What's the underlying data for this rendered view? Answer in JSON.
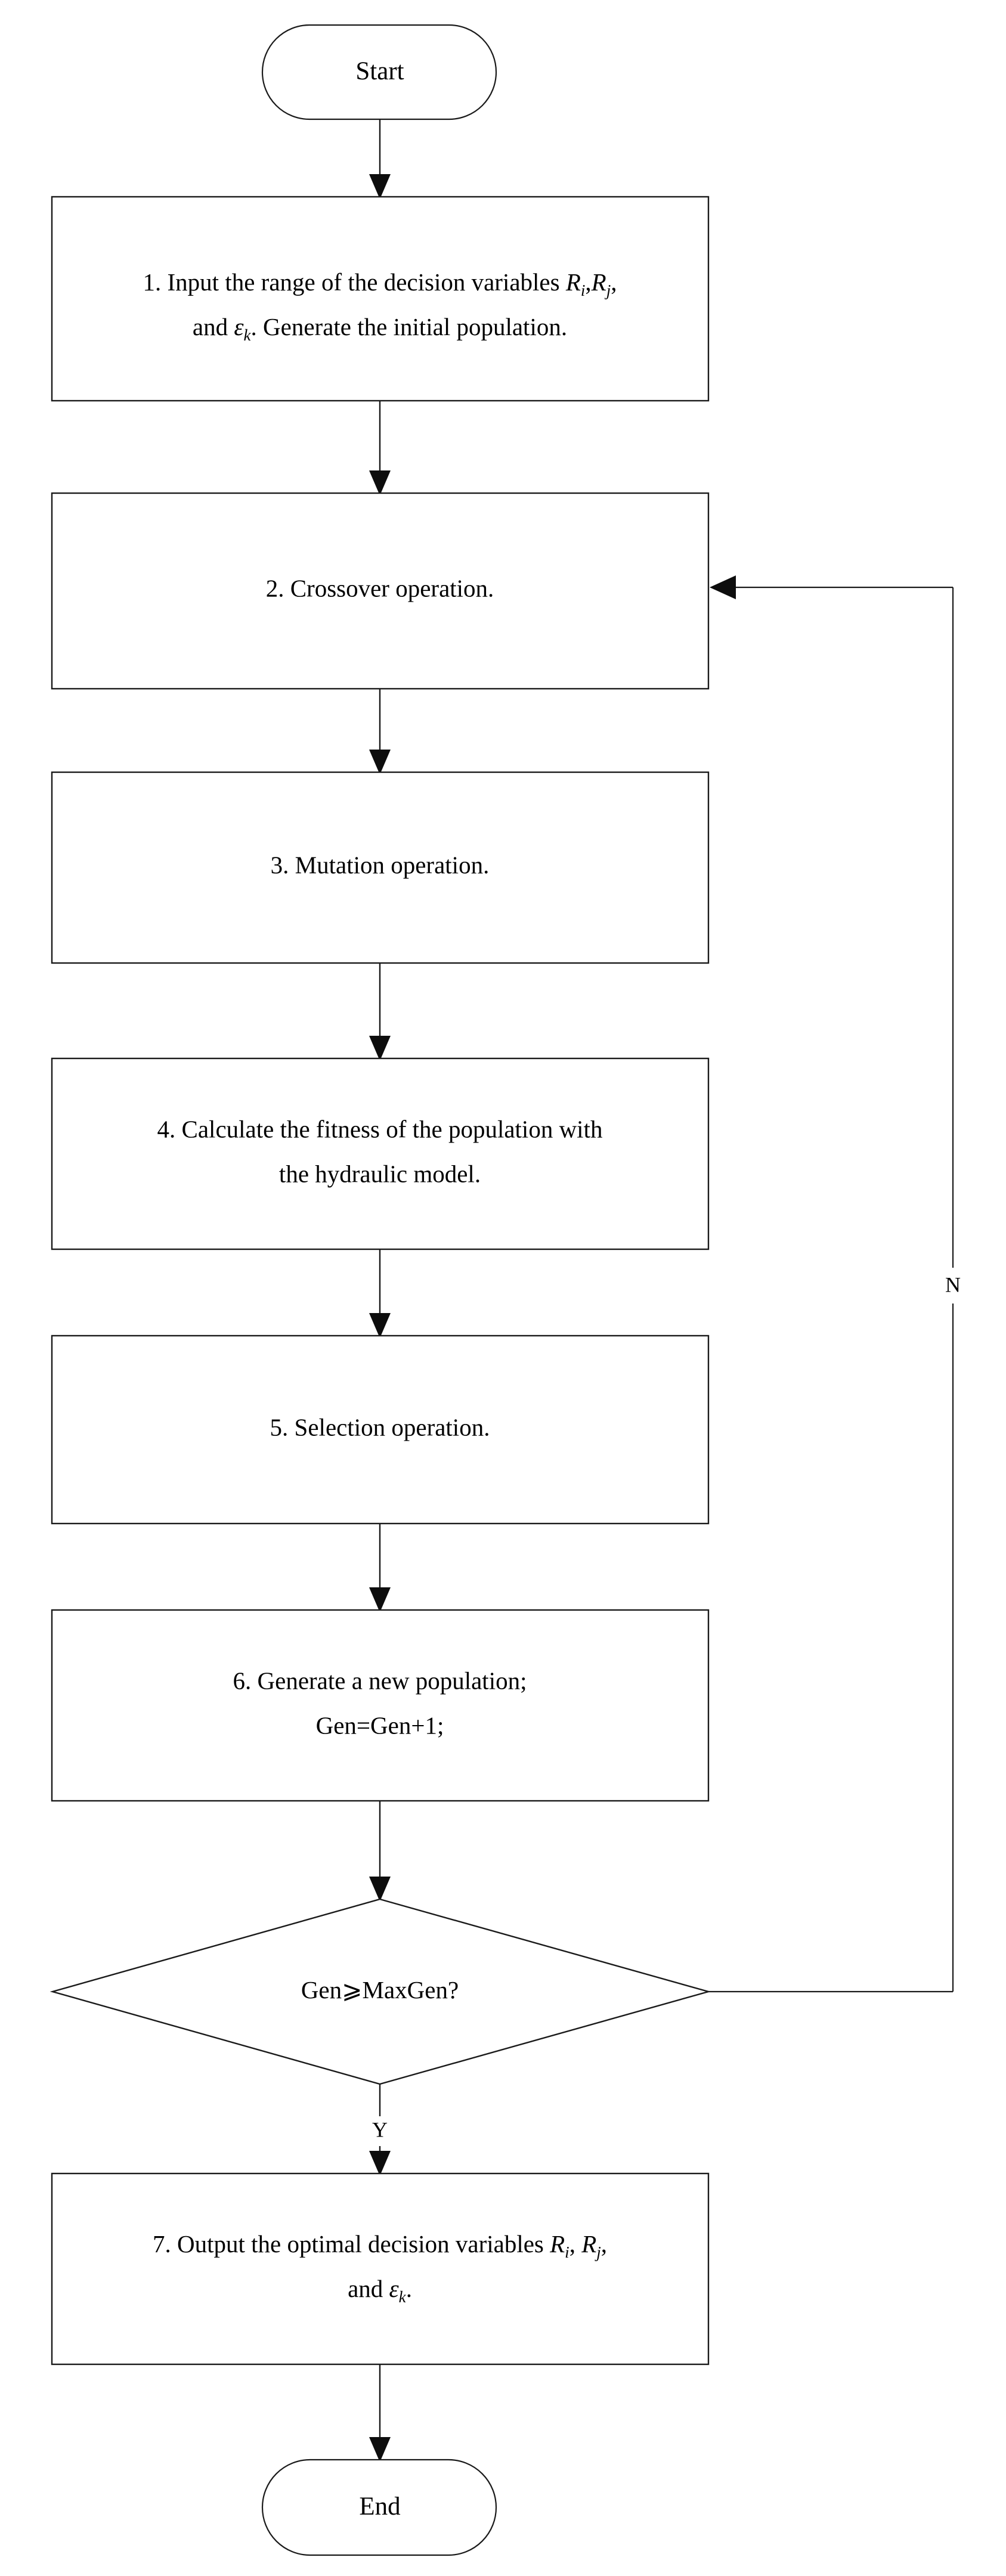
{
  "diagram": {
    "type": "flowchart",
    "title": "Genetic algorithm optimization flowchart",
    "orientation": "top-to-bottom",
    "background_color": "#ffffff",
    "line_color": "#1a1a1a",
    "text_color": "#000000"
  },
  "nodes": {
    "start": {
      "shape": "terminator",
      "label": "Start"
    },
    "step1": {
      "shape": "process",
      "line1_prefix": "1. Input the range of the decision variables ",
      "var_r_i": "R",
      "sub_i": "i",
      "comma1": ",",
      "var_r_j": "R",
      "sub_j": "j",
      "comma2": ",",
      "line2_prefix": "and ",
      "var_eps": "ε",
      "sub_k": "k",
      "line2_suffix": ". Generate the initial population.",
      "full_text": "1. Input the range of the decision variables Ri,Rj, and εk. Generate the initial population."
    },
    "step2": {
      "shape": "process",
      "label": "2. Crossover operation."
    },
    "step3": {
      "shape": "process",
      "label": "3. Mutation operation."
    },
    "step4": {
      "shape": "process",
      "line1": "4. Calculate the fitness of the population with",
      "line2": "the hydraulic model.",
      "full_text": "4. Calculate the fitness of the population with the hydraulic model."
    },
    "step5": {
      "shape": "process",
      "label": "5. Selection operation."
    },
    "step6": {
      "shape": "process",
      "line1": "6. Generate a new population;",
      "line2": "Gen=Gen+1;",
      "full_text": "6. Generate a new population; Gen=Gen+1;"
    },
    "decision": {
      "shape": "diamond",
      "label_left": "Gen",
      "operator": "⩾",
      "label_right": "MaxGen?",
      "full_text": "Gen⩾MaxGen?"
    },
    "step7": {
      "shape": "process",
      "line1_prefix": "7. Output the optimal decision variables ",
      "var_r_i": "R",
      "sub_i": "i",
      "comma1": ", ",
      "var_r_j": "R",
      "sub_j": "j",
      "comma2": ",",
      "line2_prefix": "and ",
      "var_eps": "ε",
      "sub_k": "k",
      "line2_suffix": ".",
      "full_text": "7. Output the optimal decision variables Ri, Rj, and εk."
    },
    "end": {
      "shape": "terminator",
      "label": "End"
    }
  },
  "edges": {
    "yes_label": "Y",
    "no_label": "N",
    "start_to_step1": "",
    "step1_to_step2": "",
    "step2_to_step3": "",
    "step3_to_step4": "",
    "step4_to_step5": "",
    "step5_to_step6": "",
    "step6_to_decision": "",
    "decision_to_step7": "Y",
    "decision_to_step2": "N",
    "step7_to_end": ""
  }
}
